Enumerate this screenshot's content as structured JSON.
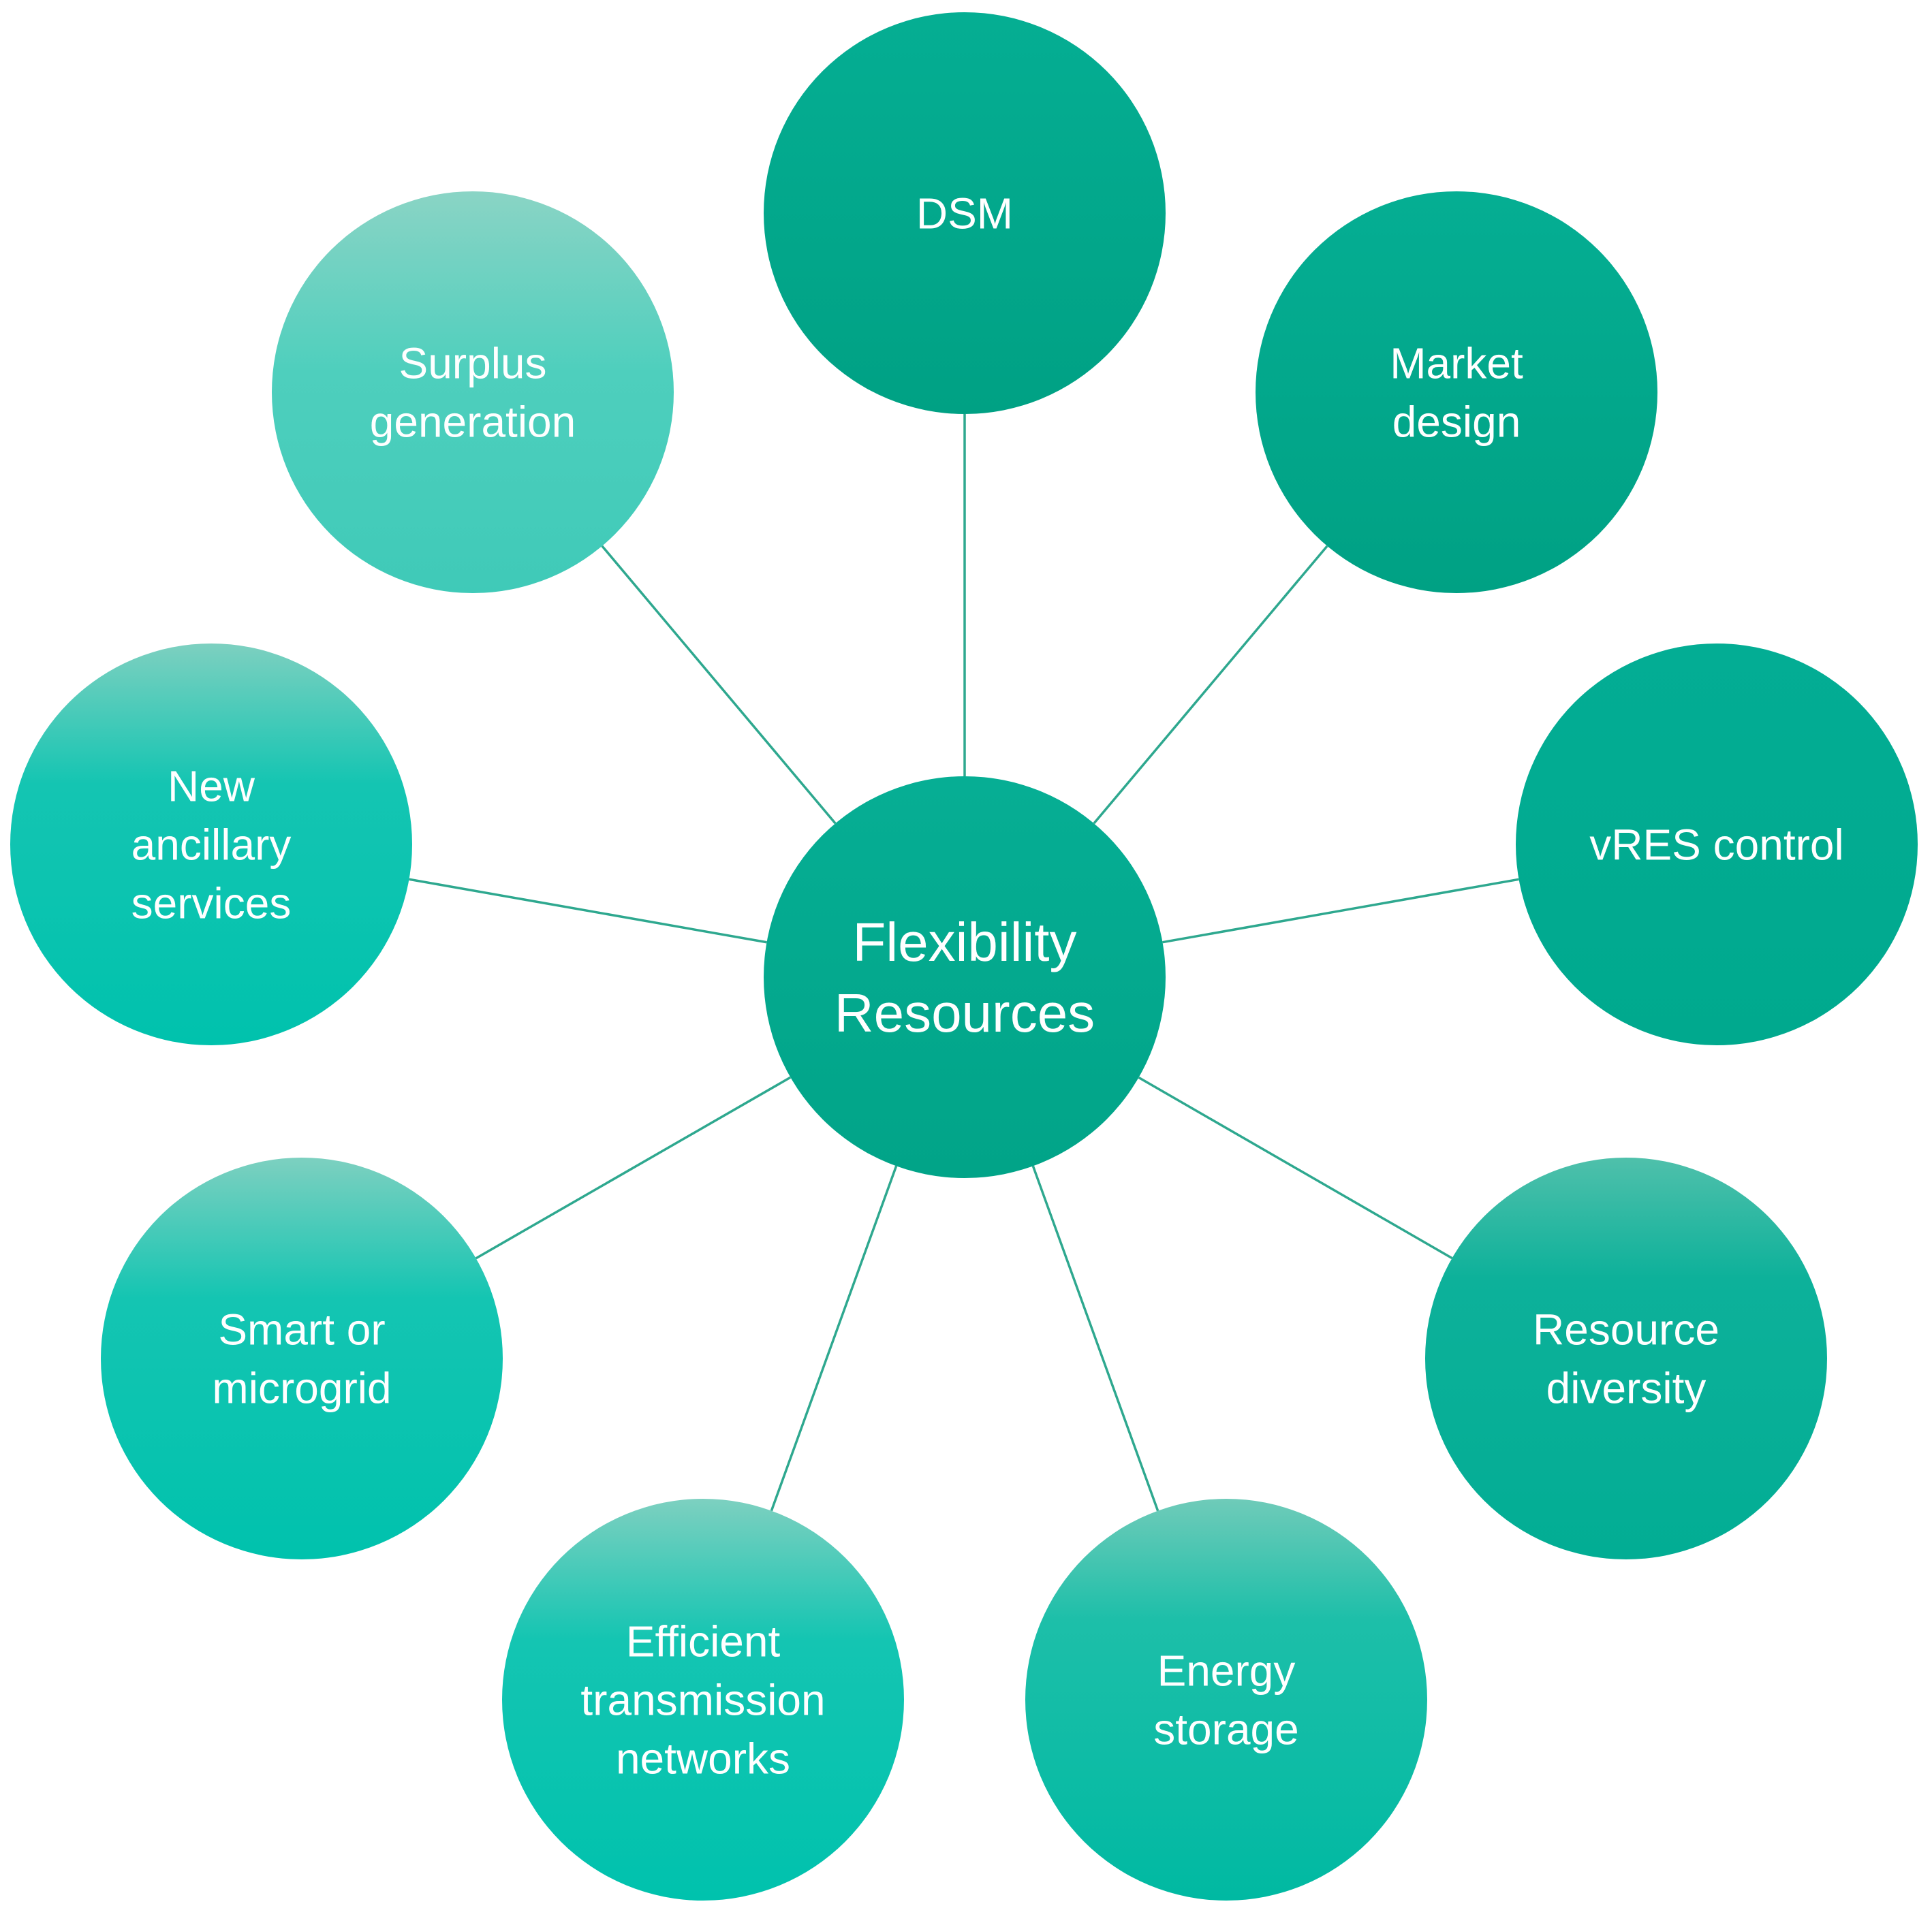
{
  "diagram": {
    "center": {
      "lines": [
        "Flexibility",
        "Resources"
      ]
    },
    "nodes": [
      {
        "id": "dsm",
        "lines": [
          "DSM"
        ]
      },
      {
        "id": "market-design",
        "lines": [
          "Market",
          "design"
        ]
      },
      {
        "id": "vres-control",
        "lines": [
          "vRES control"
        ]
      },
      {
        "id": "resource-diversity",
        "lines": [
          "Resource",
          "diversity"
        ]
      },
      {
        "id": "energy-storage",
        "lines": [
          "Energy",
          "storage"
        ]
      },
      {
        "id": "efficient-transmission-networks",
        "lines": [
          "Efficient",
          "transmission",
          "networks"
        ]
      },
      {
        "id": "smart-or-microgrid",
        "lines": [
          "Smart or",
          "microgrid"
        ]
      },
      {
        "id": "new-ancillary-services",
        "lines": [
          "New",
          "ancillary",
          "services"
        ]
      },
      {
        "id": "surplus-generation",
        "lines": [
          "Surplus",
          "generation"
        ]
      }
    ],
    "colors": {
      "dark_teal": "#03a78d",
      "mid_teal": "#00b8a2",
      "light_teal": "#84d3c3",
      "spoke": "#2ea88f",
      "text": "#ffffff"
    }
  }
}
